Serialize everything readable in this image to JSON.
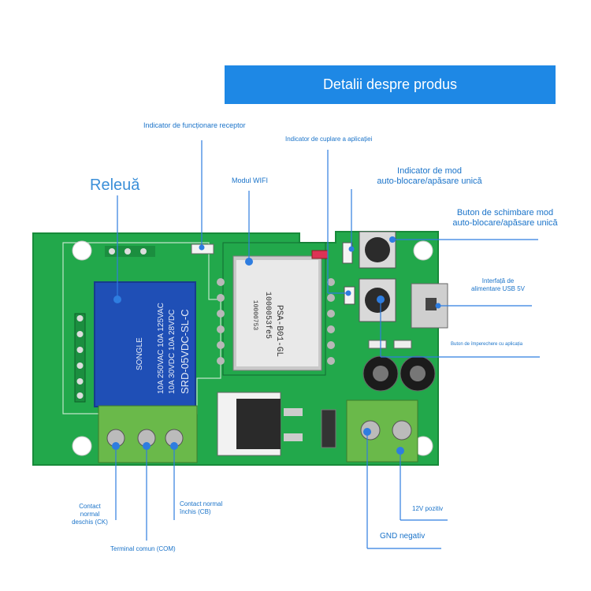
{
  "header": {
    "title": "Detalii despre produs"
  },
  "labels": {
    "receiver_indicator": "Indicator de funcționare receptor",
    "app_pairing_indicator": "Indicator de cuplare a aplicației",
    "relay": "Releuă",
    "wifi_module": "Modul WIFI",
    "mode_indicator_line1": "Indicator de mod",
    "mode_indicator_line2": "auto-blocare/apăsare unică",
    "mode_switch_line1": "Buton de schimbare mod",
    "mode_switch_line2": "auto-blocare/apăsare unică",
    "usb_line1": "Interfață de",
    "usb_line2": "alimentare USB 5V",
    "pair_button": "Buton de împerechere cu aplicația",
    "no_line1": "Contact",
    "no_line2": "normal",
    "no_line3": "deschis (CK)",
    "nc_line1": "Contact normal",
    "nc_line2": "închis (CB)",
    "com": "Terminal comun (COM)",
    "pos12": "12V pozitiv",
    "gnd": "GND negativ"
  },
  "board": {
    "relay_text_line1": "SONGLE",
    "relay_text_line2": "10A 250VAC 10A 125VAC",
    "relay_text_line3": "10A 30VDC 10A 28VDC",
    "relay_text_line4": "SRD-05VDC-SL-C",
    "module_line1": "PSA-B01-GL",
    "module_line2": "1000053fe5",
    "module_line3": "10000753"
  },
  "colors": {
    "accent": "#1e88e5",
    "pcb": "#21a84a",
    "relay": "#1e4fb5"
  }
}
